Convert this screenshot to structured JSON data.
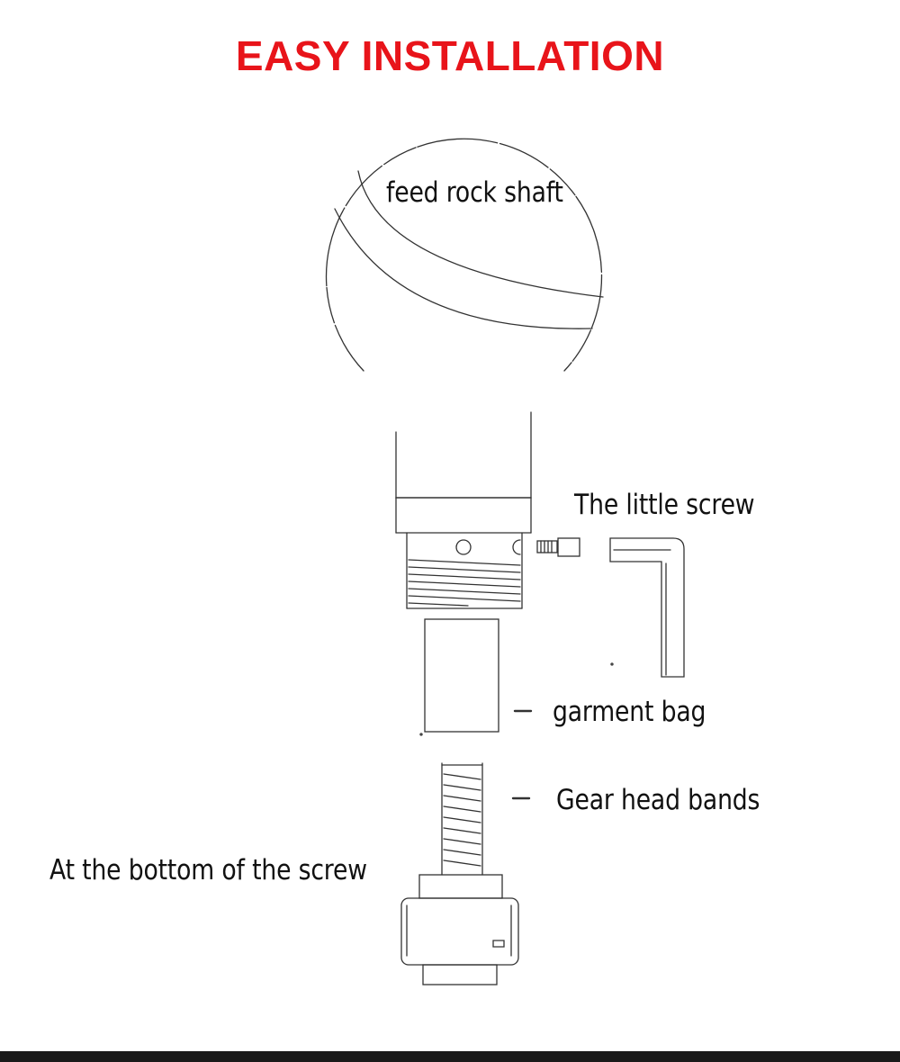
{
  "title": "EASY INSTALLATION",
  "colors": {
    "title": "#e8141a",
    "line": "#333333",
    "bottom_bar": "#1a1a1a"
  },
  "labels": {
    "feed_rock_shaft": "feed rock shaft",
    "little_screw": "The little screw",
    "garment_bag": "garment bag",
    "gear_head_bands": "Gear head bands",
    "bottom_of_screw": "At the bottom of the screw"
  }
}
